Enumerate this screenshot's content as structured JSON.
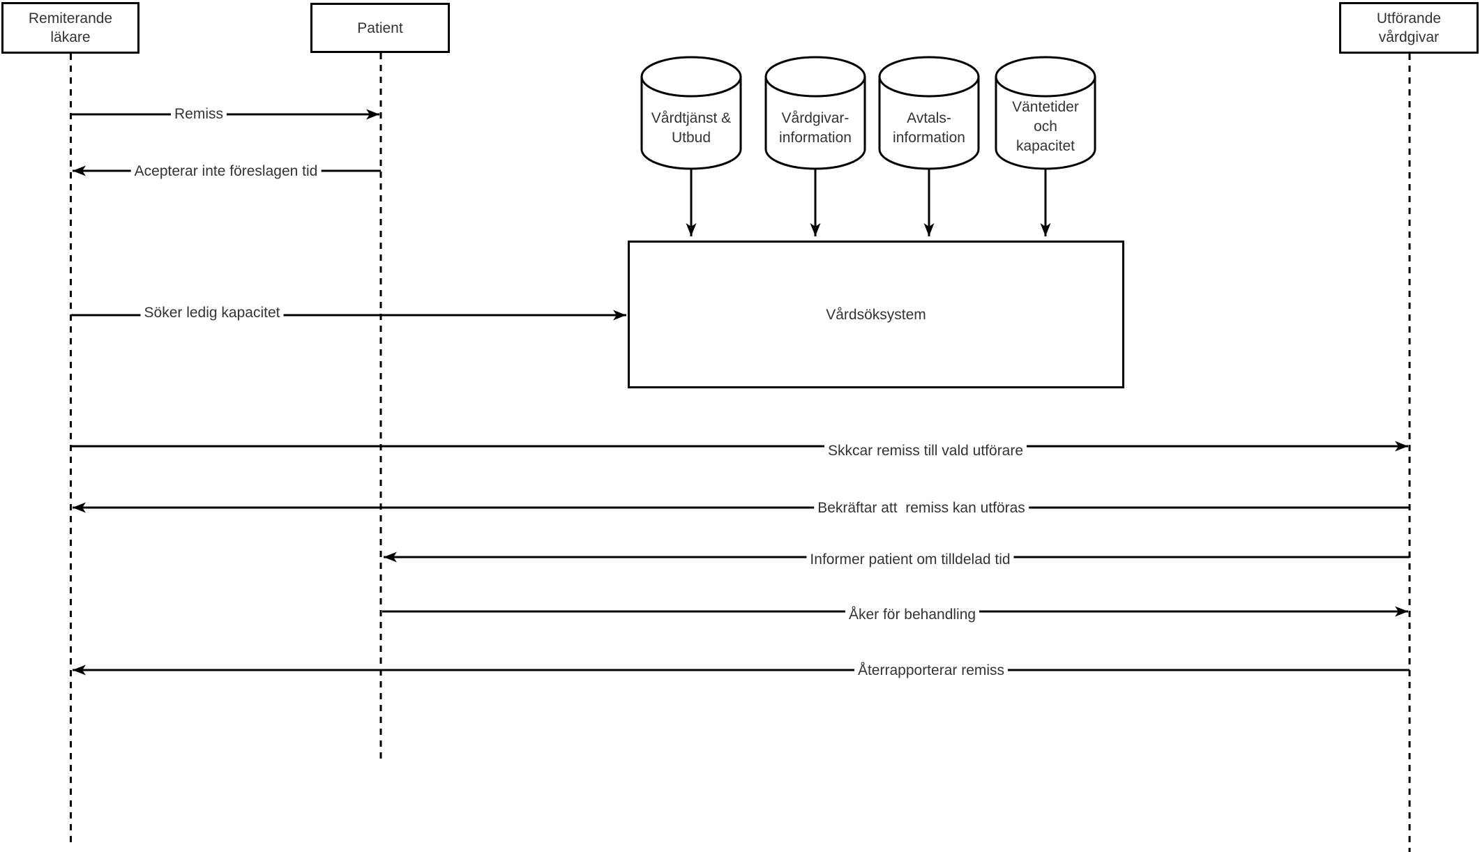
{
  "colors": {
    "line": "#000000",
    "text": "#333333",
    "background": "#ffffff"
  },
  "actors": [
    {
      "id": "remiterande-lakare",
      "label": "Remiterande\nläkare"
    },
    {
      "id": "patient",
      "label": "Patient"
    },
    {
      "id": "utforande-vardgivar",
      "label": "Utförande\nvårdgivar"
    }
  ],
  "datastores": [
    {
      "id": "vardtjanst-utbud",
      "label": "Vårdtjänst &\nUtbud"
    },
    {
      "id": "vardgivar-information",
      "label": "Vårdgivar-\ninformation"
    },
    {
      "id": "avtals-information",
      "label": "Avtals-\ninformation"
    },
    {
      "id": "vantetider-kapacitet",
      "label": "Väntetider\noch\nkapacitet"
    }
  ],
  "system": {
    "id": "vardsoksystem",
    "label": "Vårdsöksystem"
  },
  "messages": [
    {
      "label": "Remiss",
      "from": "Remiterande läkare",
      "to": "Patient",
      "direction": "right"
    },
    {
      "label": "Acepterar inte föreslagen tid",
      "from": "Patient",
      "to": "Remiterande läkare",
      "direction": "left"
    },
    {
      "label": "Söker ledig kapacitet",
      "from": "Remiterande läkare",
      "to": "Vårdsöksystem",
      "direction": "right"
    },
    {
      "label": "Skkcar remiss till vald utförare",
      "from": "Remiterande läkare",
      "to": "Utförande vårdgivar",
      "direction": "right"
    },
    {
      "label": "Bekräftar att  remiss kan utföras",
      "from": "Utförande vårdgivar",
      "to": "Remiterande läkare",
      "direction": "left"
    },
    {
      "label": "Informer patient om tilldelad tid",
      "from": "Utförande vårdgivar",
      "to": "Patient",
      "direction": "left"
    },
    {
      "label": "Åker för behandling",
      "from": "Patient",
      "to": "Utförande vårdgivar",
      "direction": "right"
    },
    {
      "label": "Återrapporterar remiss",
      "from": "Utförande vårdgivar",
      "to": "Remiterande läkare",
      "direction": "left"
    }
  ]
}
